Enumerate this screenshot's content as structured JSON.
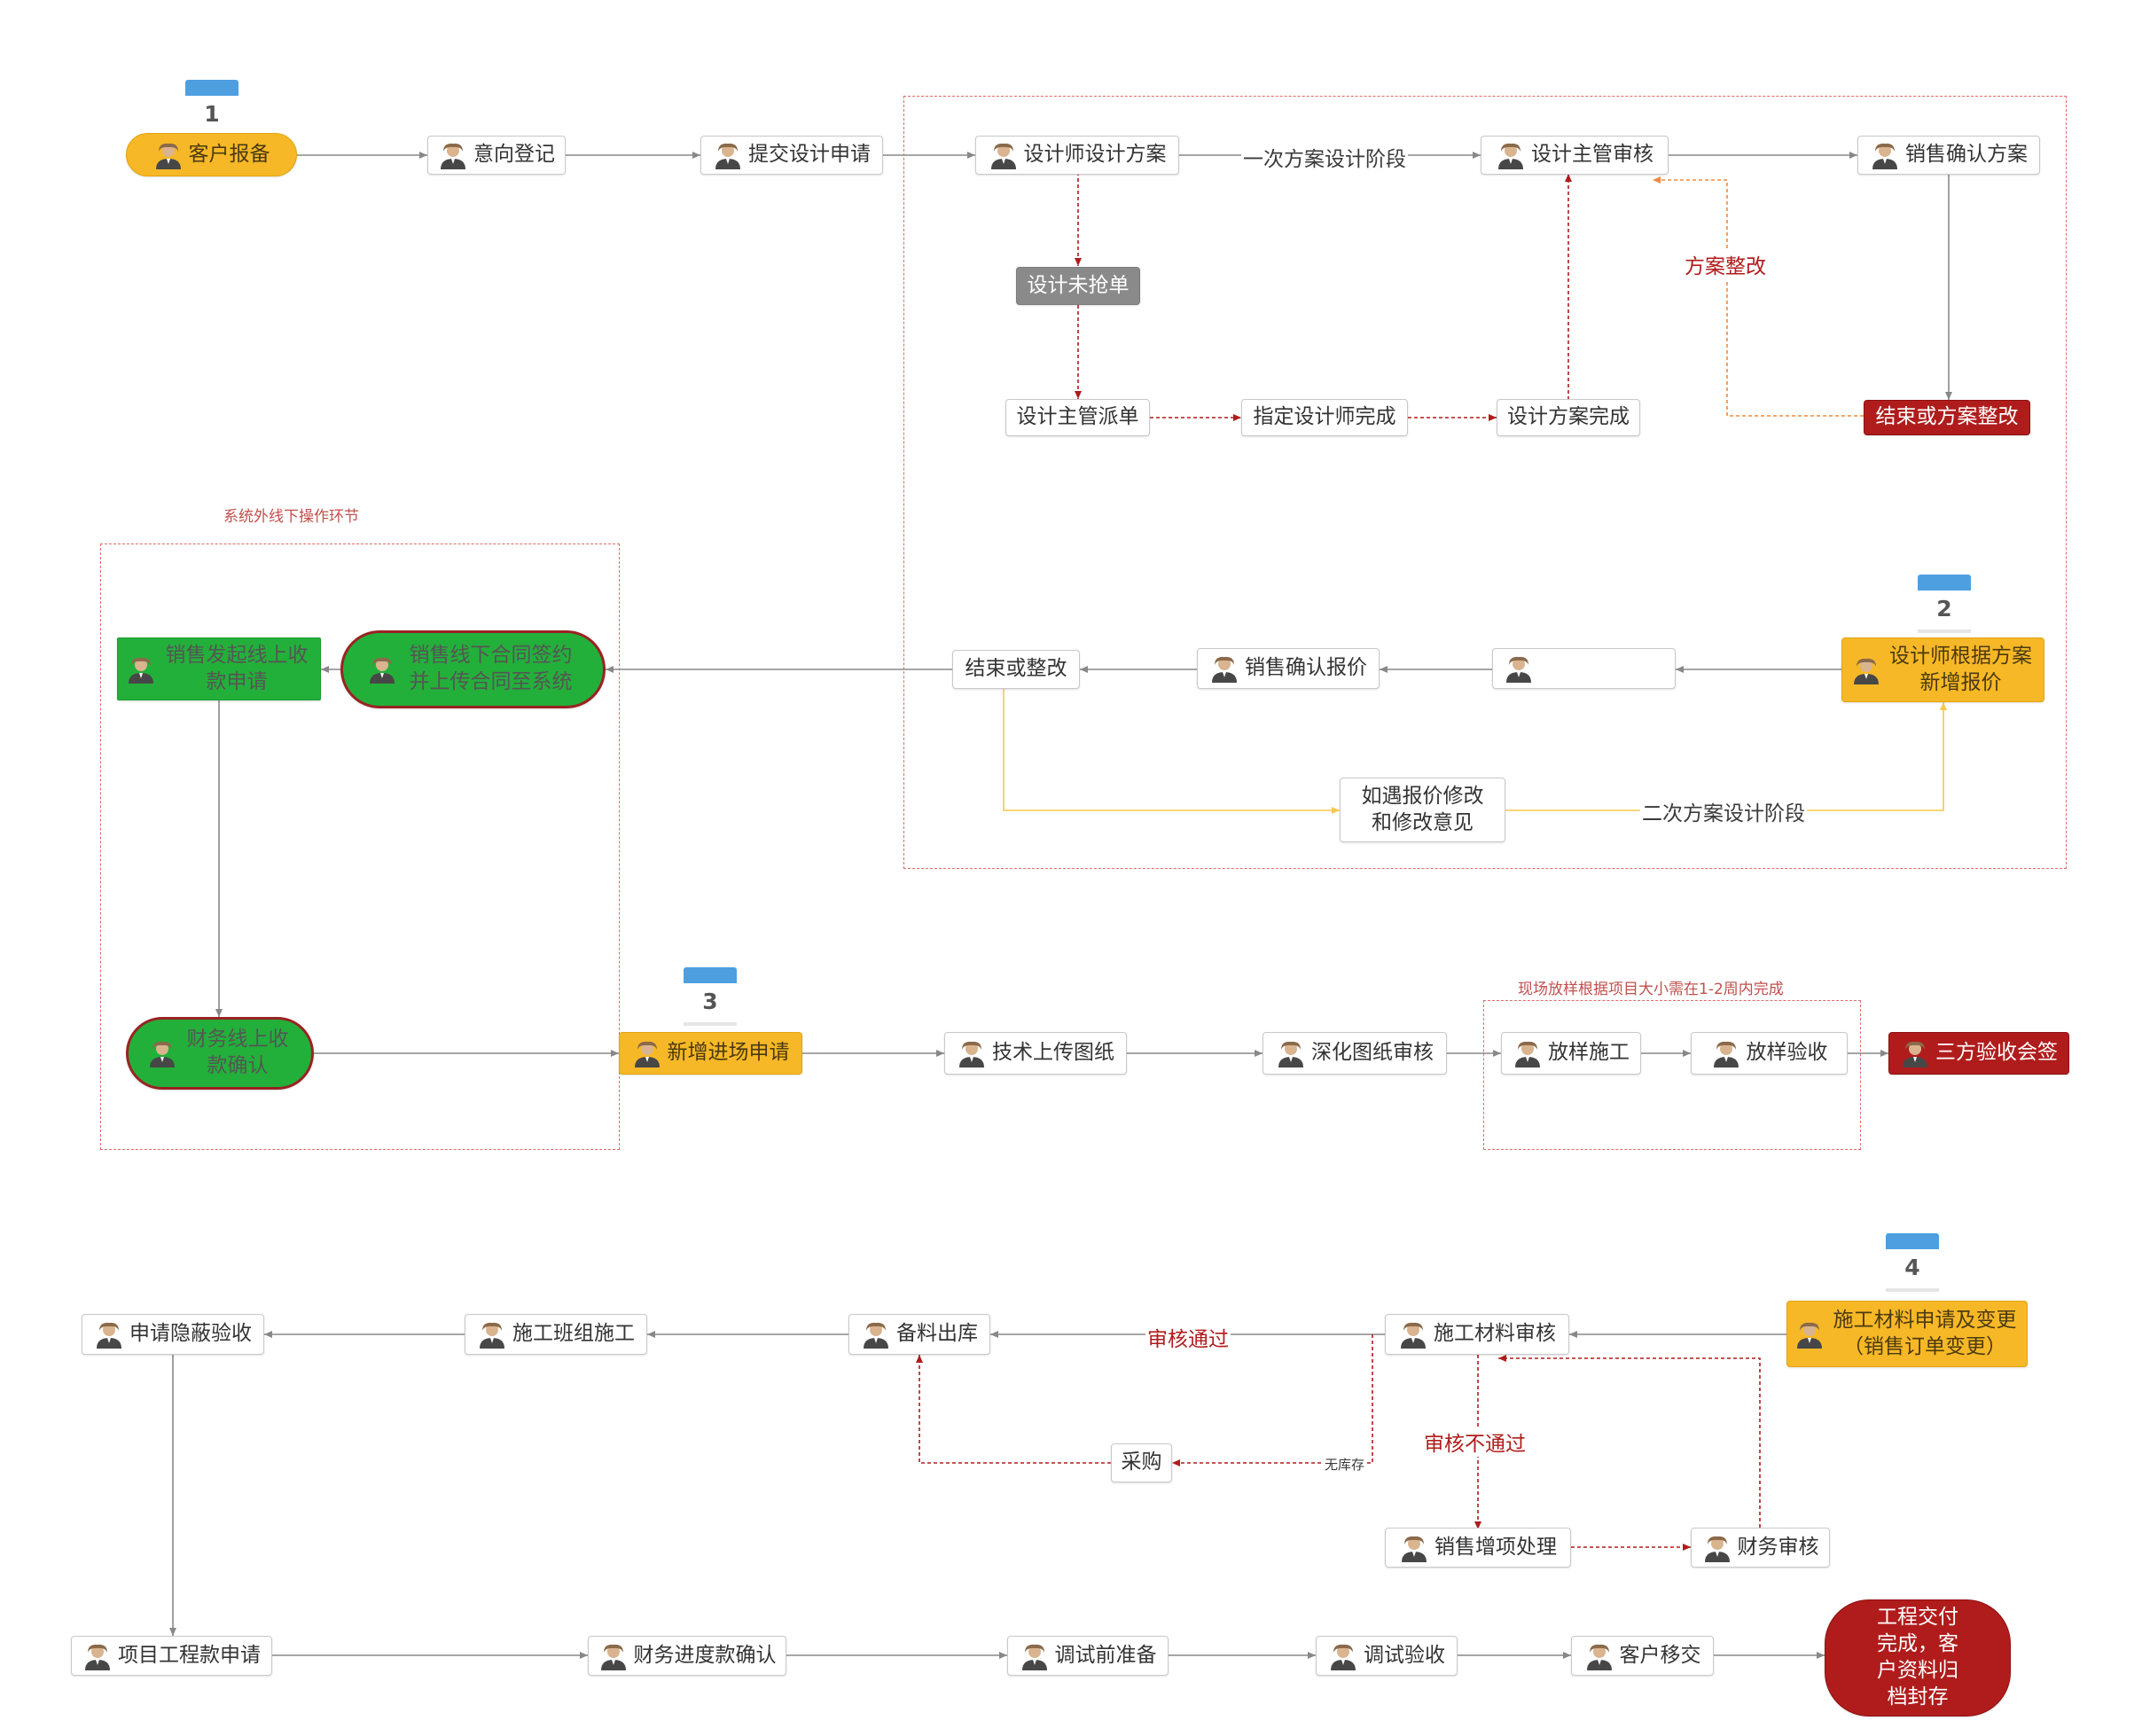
{
  "nodes": {
    "customer_report": "客户报备",
    "intent_register": "意向登记",
    "submit_design_apply": "提交设计申请",
    "designer_design_plan": "设计师设计方案",
    "design_manager_review": "设计主管审核",
    "sales_confirm_plan": "销售确认方案",
    "design_not_grabbed": "设计未抢单",
    "design_manager_dispatch": "设计主管派单",
    "assigned_designer_done": "指定设计师完成",
    "design_plan_done": "设计方案完成",
    "end_or_revise_plan": "结束或方案整改",
    "designer_add_quote": "设计师根据方案新增报价",
    "blank_node": "",
    "sales_confirm_quote": "销售确认报价",
    "end_or_revise": "结束或整改",
    "quote_revision": "如遇报价修改和修改意见",
    "offline_contract": "销售线下合同签约并上传合同至系统",
    "online_payment_apply": "销售发起线上收款申请",
    "finance_confirm": "财务线上收款确认",
    "new_site_apply": "新增进场申请",
    "upload_drawings": "技术上传图纸",
    "deepen_review": "深化图纸审核",
    "layout_construction": "放样施工",
    "layout_acceptance": "放样验收",
    "tripartite_signoff": "三方验收会签",
    "material_apply": "施工材料申请及变更（销售订单变更）",
    "material_review": "施工材料审核",
    "stock_out": "备料出库",
    "team_construction": "施工班组施工",
    "hidden_acceptance": "申请隐蔽验收",
    "purchase": "采购",
    "sales_extra_items": "销售增项处理",
    "finance_review": "财务审核",
    "project_payment_apply": "项目工程款申请",
    "finance_progress_confirm": "财务进度款确认",
    "pre_debug_prep": "调试前准备",
    "debug_acceptance": "调试验收",
    "customer_handover": "客户移交",
    "project_delivered": "工程交付完成，客户资料归档封存"
  },
  "edge_labels": {
    "first_design_stage": "一次方案设计阶段",
    "plan_revision": "方案整改",
    "second_design_stage": "二次方案设计阶段",
    "review_pass": "审核通过",
    "review_fail": "审核不通过",
    "no_stock": "无库存"
  },
  "regions": {
    "offline_ops": "系统外线下操作环节",
    "layout_note": "现场放样根据项目大小需在1-2周内完成"
  },
  "badges": [
    "1",
    "2",
    "3",
    "4"
  ],
  "colors": {
    "accent_yellow": "#f7b827",
    "accent_red": "#b01c1c",
    "accent_green": "#23b03a",
    "badge_blue": "#4d9fe0",
    "edge_gray": "#888888",
    "edge_red": "#b01c1c",
    "edge_orange": "#f08a3c",
    "edge_yellow": "#f7c84a"
  }
}
